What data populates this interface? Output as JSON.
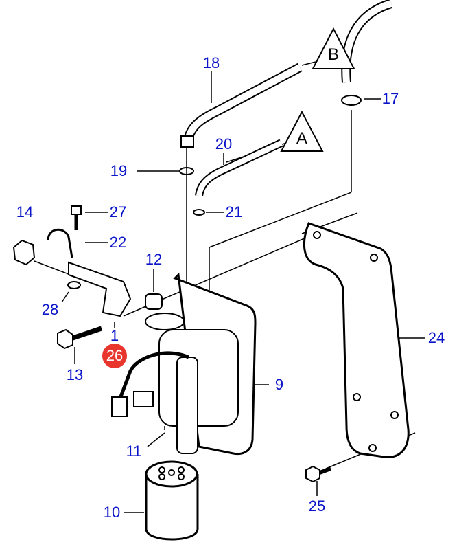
{
  "diagram": {
    "callouts": [
      {
        "id": "18",
        "text": "18"
      },
      {
        "id": "17",
        "text": "17"
      },
      {
        "id": "20",
        "text": "20"
      },
      {
        "id": "19",
        "text": "19"
      },
      {
        "id": "21",
        "text": "21"
      },
      {
        "id": "14",
        "text": "14"
      },
      {
        "id": "27",
        "text": "27"
      },
      {
        "id": "22",
        "text": "22"
      },
      {
        "id": "12",
        "text": "12"
      },
      {
        "id": "28",
        "text": "28"
      },
      {
        "id": "1",
        "text": "1"
      },
      {
        "id": "24",
        "text": "24"
      },
      {
        "id": "13",
        "text": "13"
      },
      {
        "id": "9",
        "text": "9"
      },
      {
        "id": "11",
        "text": "11"
      },
      {
        "id": "10",
        "text": "10"
      },
      {
        "id": "25",
        "text": "25"
      }
    ],
    "highlight_badge": {
      "text": "26",
      "color": "#e8362e"
    },
    "connectors": [
      {
        "text": "A"
      },
      {
        "text": "B"
      }
    ],
    "callout_color": "#0a14c8"
  }
}
